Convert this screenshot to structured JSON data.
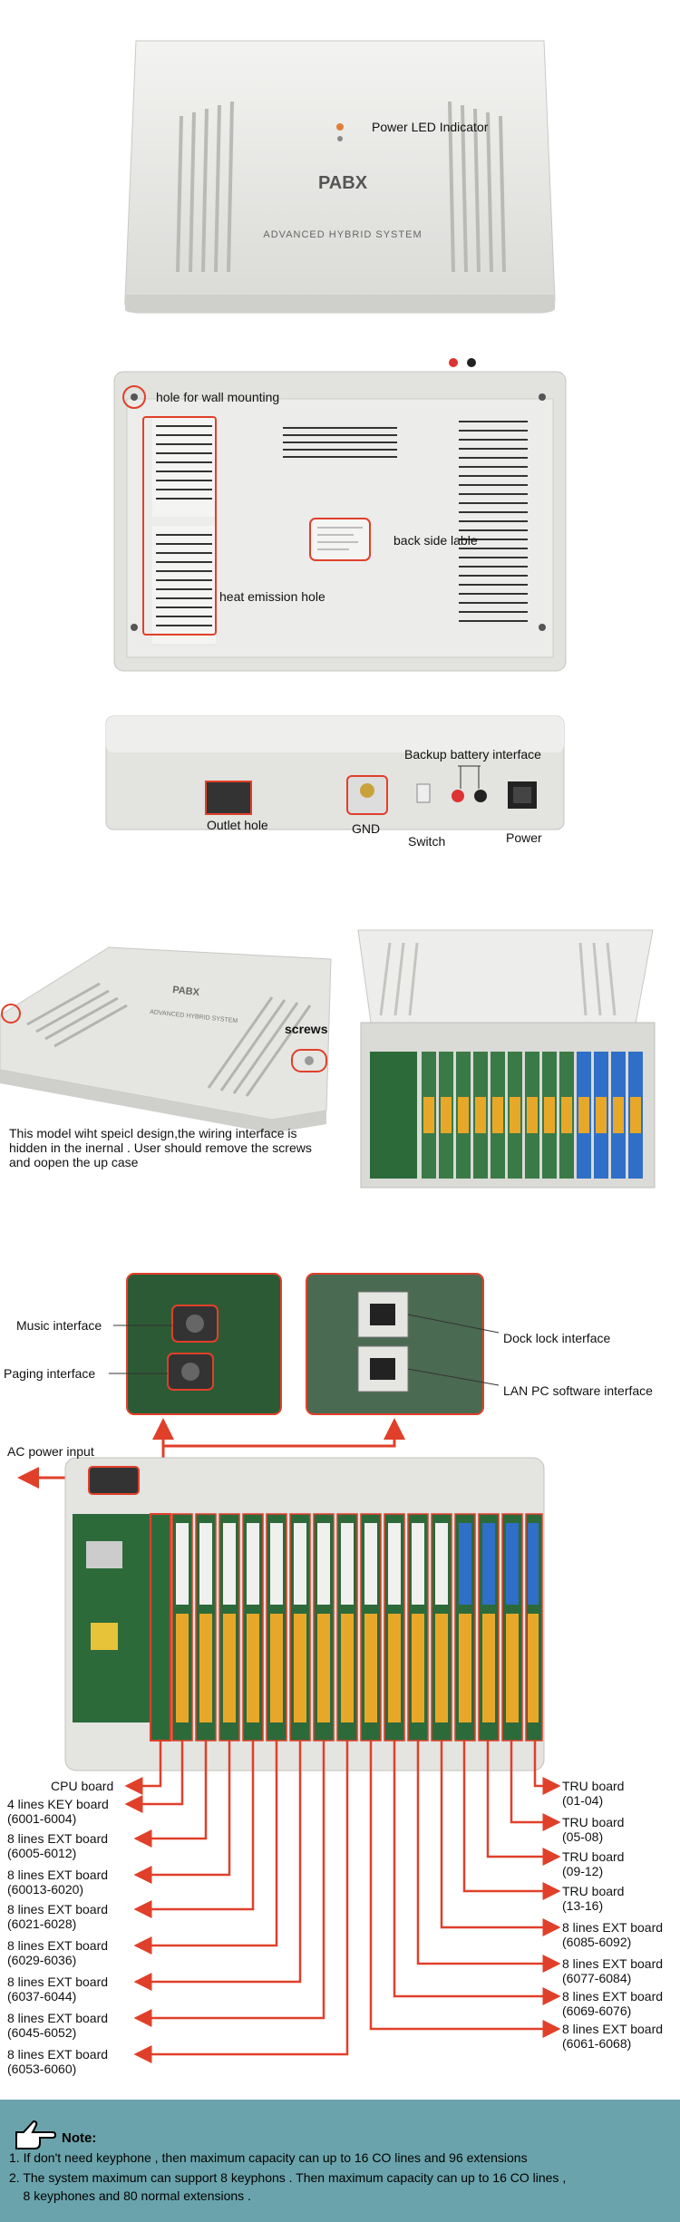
{
  "section1": {
    "brand": "PABX",
    "subtitle": "ADVANCED HYBRID SYSTEM",
    "power_led": "Power LED Indicator"
  },
  "section2": {
    "wall_mount": "hole for wall mounting",
    "back_label": "back side lable",
    "heat_hole": "heat emission hole"
  },
  "section3": {
    "battery": "Backup battery interface",
    "outlet": "Outlet hole",
    "gnd": "GND",
    "switch": "Switch",
    "power": "Power"
  },
  "section4": {
    "brand": "PABX",
    "subtitle": "ADVANCED HYBRID SYSTEM",
    "screws": "screws",
    "desc_line1": "This model wiht speicl design,the wiring interface is",
    "desc_line2": "hidden in the inernal . User should remove the screws",
    "desc_line3": "and oopen the up case"
  },
  "section5": {
    "music": "Music interface",
    "paging": "Paging interface",
    "dock": "Dock lock interface",
    "lan": "LAN PC software interface",
    "ac_power": "AC power input",
    "left_labels": [
      {
        "line1": "CPU board",
        "line2": ""
      },
      {
        "line1": "4 lines KEY board",
        "line2": "(6001-6004)"
      },
      {
        "line1": "8 lines EXT board",
        "line2": " (6005-6012)"
      },
      {
        "line1": "8 lines EXT board",
        "line2": " (60013-6020)"
      },
      {
        "line1": "8 lines EXT board",
        "line2": " (6021-6028)"
      },
      {
        "line1": "8 lines EXT board",
        "line2": " (6029-6036)"
      },
      {
        "line1": "8 lines EXT board",
        "line2": " (6037-6044)"
      },
      {
        "line1": "8 lines EXT board",
        "line2": " (6045-6052)"
      },
      {
        "line1": "8 lines EXT board",
        "line2": " (6053-6060)"
      }
    ],
    "right_labels": [
      {
        "line1": "TRU board",
        "line2": "(01-04)"
      },
      {
        "line1": "TRU board",
        "line2": "(05-08)"
      },
      {
        "line1": "TRU board",
        "line2": "(09-12)"
      },
      {
        "line1": "TRU board",
        "line2": "(13-16)"
      },
      {
        "line1": "8 lines EXT board",
        "line2": "(6085-6092)"
      },
      {
        "line1": "8 lines EXT board",
        "line2": "(6077-6084)"
      },
      {
        "line1": "8 lines EXT board",
        "line2": "(6069-6076)"
      },
      {
        "line1": "8 lines EXT board",
        "line2": "(6061-6068)"
      }
    ]
  },
  "note": {
    "title": "Note:",
    "line1": "1. If don't need keyphone , then maximum capacity can up to 16 CO lines and 96 extensions",
    "line2": "2. The system maximum can support 8 keyphons . Then maximum capacity can up to 16 CO lines ,",
    "line3": "    8 keyphones and 80 normal extensions ."
  },
  "colors": {
    "accent": "#e0402a",
    "case": "#e6e6e3",
    "note_bg": "#6aa3ab",
    "board_green": "#2c6a3a",
    "port_blue": "#2f6fc7"
  }
}
